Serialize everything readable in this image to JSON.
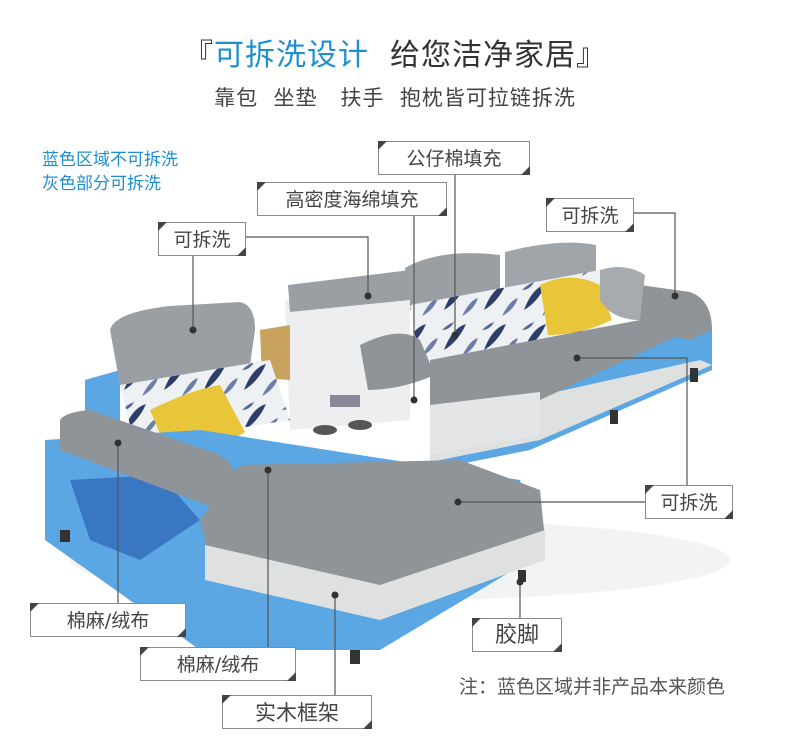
{
  "header": {
    "title_prefix": "『",
    "title_highlight": "可拆洗设计",
    "title_rest": "给您洁净家居』",
    "subtitle": "靠包  坐垫   扶手  抱枕皆可拉链拆洗"
  },
  "notes": {
    "blue_area_line1": "蓝色区域不可拆洗",
    "blue_area_line2": "灰色部分可拆洗",
    "bottom": "注：蓝色区域并非产品本来颜色"
  },
  "labels": {
    "cotton_fill": "公仔棉填充",
    "high_density_sponge": "高密度海绵填充",
    "washable_top_right": "可拆洗",
    "washable_top_left": "可拆洗",
    "washable_right": "可拆洗",
    "linen_fabric_1": "棉麻/绒布",
    "linen_fabric_2": "棉麻/绒布",
    "rubber_feet": "胶脚",
    "solid_wood_frame": "实木框架"
  },
  "colors": {
    "accent_blue": "#1f8fd0",
    "sofa_blue": "#5aa7e4",
    "sofa_gray": "#9a9fa4",
    "seat_gray": "#8f9499",
    "pillow_yellow": "#e9c53a"
  }
}
